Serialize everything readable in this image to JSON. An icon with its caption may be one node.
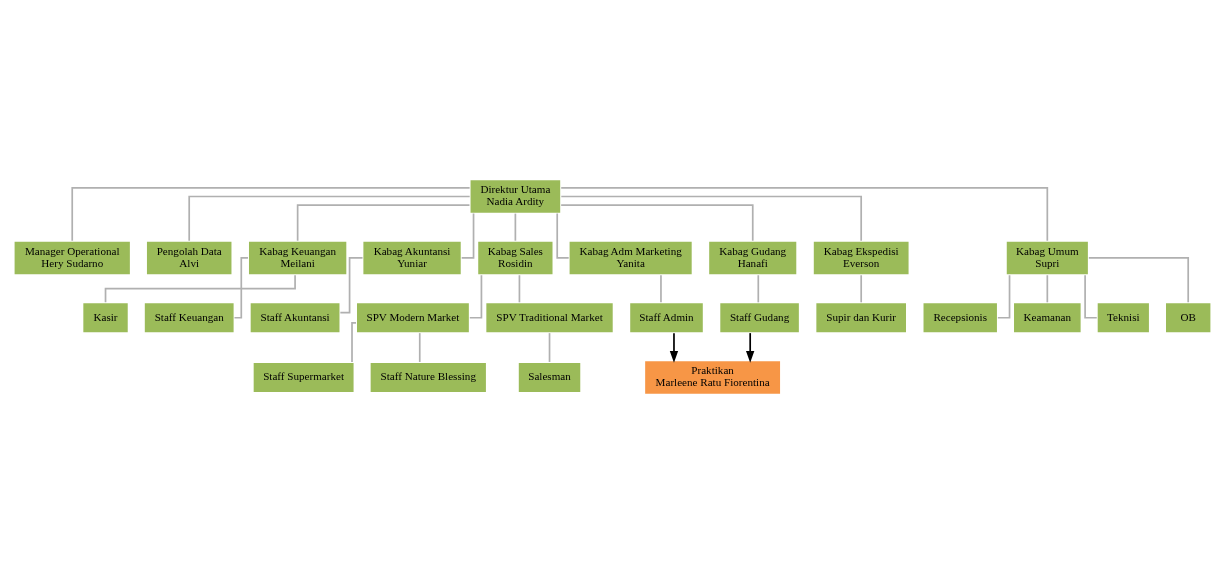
{
  "diagram": {
    "nodes": [
      {
        "text": [
          "Direktur Utama",
          "Nadia Ardity"
        ]
      },
      {
        "text": [
          "Manager Operational",
          "Hery Sudarno"
        ]
      },
      {
        "text": [
          "Pengolah Data",
          "Alvi"
        ]
      },
      {
        "text": [
          "Kabag Keuangan",
          "Meilani"
        ]
      },
      {
        "text": [
          "Kabag Akuntansi",
          "Yuniar"
        ]
      },
      {
        "text": [
          "Kabag Sales",
          "Rosidin"
        ]
      },
      {
        "text": [
          "Kabag Adm Marketing",
          "Yanita"
        ]
      },
      {
        "text": [
          "Kabag Gudang",
          "Hanafi"
        ]
      },
      {
        "text": [
          "Kabag Ekspedisi",
          "Everson"
        ]
      },
      {
        "text": [
          "Kabag Umum",
          "Supri"
        ]
      },
      {
        "text": [
          "Kasir"
        ]
      },
      {
        "text": [
          "Staff Keuangan"
        ]
      },
      {
        "text": [
          "Staff Akuntansi"
        ]
      },
      {
        "text": [
          "SPV Modern Market"
        ]
      },
      {
        "text": [
          "SPV Traditional Market"
        ]
      },
      {
        "text": [
          "Staff Supermarket"
        ]
      },
      {
        "text": [
          "Staff Nature Blessing"
        ]
      },
      {
        "text": [
          "Salesman"
        ]
      },
      {
        "text": [
          "Staff Admin"
        ]
      },
      {
        "text": [
          "Staff Gudang"
        ]
      },
      {
        "text": [
          "Supir dan Kurir"
        ]
      },
      {
        "text": [
          "Recepsionis"
        ]
      },
      {
        "text": [
          "Keamanan"
        ]
      },
      {
        "text": [
          "Teknisi"
        ]
      },
      {
        "text": [
          "OB"
        ]
      },
      {
        "text": [
          "Praktikan",
          "Marleene Ratu Fiorentina"
        ]
      }
    ],
    "edges": [
      {
        "from": 0,
        "to": 1,
        "arrow": "none"
      },
      {
        "from": 0,
        "to": 2,
        "arrow": "none"
      },
      {
        "from": 0,
        "to": 3,
        "arrow": "none"
      },
      {
        "from": 0,
        "to": 4,
        "arrow": "none"
      },
      {
        "from": 0,
        "to": 5,
        "arrow": "none"
      },
      {
        "from": 0,
        "to": 6,
        "arrow": "none"
      },
      {
        "from": 0,
        "to": 7,
        "arrow": "none"
      },
      {
        "from": 0,
        "to": 8,
        "arrow": "none"
      },
      {
        "from": 0,
        "to": 9,
        "arrow": "none"
      },
      {
        "from": 3,
        "to": 10,
        "arrow": "none"
      },
      {
        "from": 3,
        "to": 11,
        "arrow": "none"
      },
      {
        "from": 4,
        "to": 12,
        "arrow": "none"
      },
      {
        "from": 5,
        "to": 13,
        "arrow": "none"
      },
      {
        "from": 5,
        "to": 14,
        "arrow": "none"
      },
      {
        "from": 13,
        "to": 15,
        "arrow": "none"
      },
      {
        "from": 13,
        "to": 16,
        "arrow": "none"
      },
      {
        "from": 14,
        "to": 17,
        "arrow": "none"
      },
      {
        "from": 6,
        "to": 18,
        "arrow": "none"
      },
      {
        "from": 7,
        "to": 19,
        "arrow": "none"
      },
      {
        "from": 8,
        "to": 20,
        "arrow": "none"
      },
      {
        "from": 9,
        "to": 21,
        "arrow": "none"
      },
      {
        "from": 9,
        "to": 22,
        "arrow": "none"
      },
      {
        "from": 9,
        "to": 23,
        "arrow": "none"
      },
      {
        "from": 9,
        "to": 24,
        "arrow": "none"
      },
      {
        "from": 18,
        "to": 25,
        "arrow": "to",
        "color": "#000000"
      },
      {
        "from": 19,
        "to": 25,
        "arrow": "to",
        "color": "#000000"
      }
    ]
  }
}
